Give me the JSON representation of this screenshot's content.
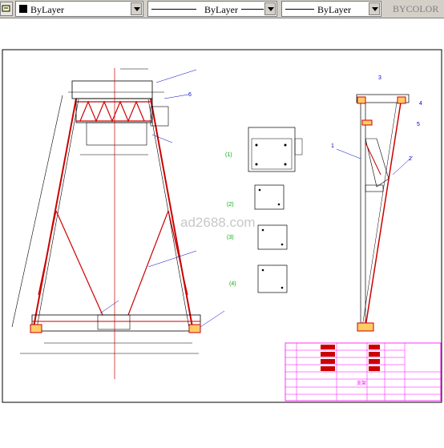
{
  "toolbar": {
    "color_combo": {
      "value": "ByLayer",
      "color": "#000000"
    },
    "linetype_combo": {
      "value": "ByLayer"
    },
    "lineweight_combo": {
      "value": "ByLayer"
    },
    "plotstyle_combo": {
      "value": "BYCOLOR"
    }
  },
  "drawing": {
    "watermark": "ad2688.com",
    "view_labels": [
      "(1)",
      "(2)",
      "(3)",
      "(4)"
    ],
    "balloon_numbers": [
      "1",
      "2",
      "3",
      "4",
      "5",
      "6"
    ],
    "title_block_text": "支架"
  },
  "colors": {
    "frame": "#000000",
    "steel": "#cc0000",
    "dimension": "#00aa00",
    "leader": "#0000cc",
    "title_block": "#ff00ff"
  }
}
